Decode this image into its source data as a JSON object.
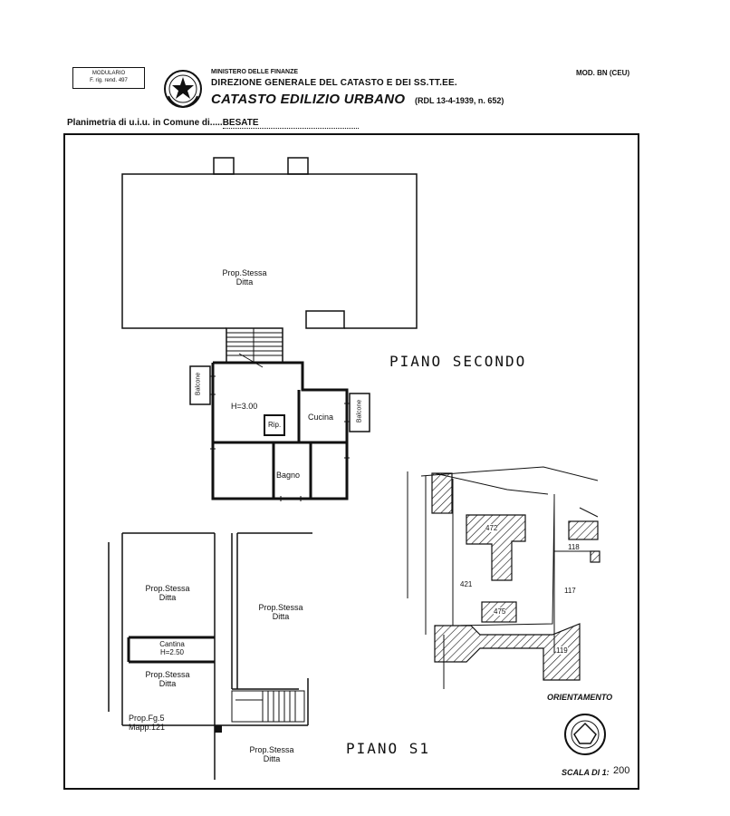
{
  "header": {
    "modulario_line1": "MODULARIO",
    "modulario_line2": "F. rig. rend. 497",
    "ministry": "MINISTERO DELLE FINANZE",
    "direction": "DIREZIONE GENERALE DEL CATASTO E DEI SS.TT.EE.",
    "catasto_title": "CATASTO EDILIZIO URBANO",
    "catasto_law": "(RDL 13-4-1939, n. 652)",
    "model_code": "MOD. BN (CEU)",
    "planimetria_prefix": "Planimetria di u.i.u. in Comune di.....",
    "comune": "BESATE"
  },
  "upper_plan": {
    "floor_label": "PIANO SECONDO",
    "terrace_label_1": "Prop.Stessa",
    "terrace_label_2": "Ditta",
    "height_label": "H=3.00",
    "rip_label": "Rip.",
    "cucina_label": "Cucina",
    "bagno_label": "Bagno",
    "balcone_left": "Balcone",
    "balcone_right": "Balcone"
  },
  "lower_plan": {
    "floor_label": "PIANO S1",
    "room1_line1": "Prop.Stessa",
    "room1_line2": "Ditta",
    "room2_line1": "Prop.Stessa",
    "room2_line2": "Ditta",
    "cantina_label": "Cantina",
    "cantina_height": "H=2.50",
    "room3_line1": "Prop.Stessa",
    "room3_line2": "Ditta",
    "neighbor_line1": "Prop.Fg.5",
    "neighbor_line2": "Mapp.121",
    "room4_line1": "Prop.Stessa",
    "room4_line2": "Ditta"
  },
  "site_map": {
    "parcel_472": "472",
    "parcel_421": "421",
    "parcel_475": "475",
    "parcel_118": "118",
    "parcel_117": "117",
    "parcel_119": "119"
  },
  "footer": {
    "orientamento": "ORIENTAMENTO",
    "scala_label": "SCALA DI 1:",
    "scala_value": "200"
  }
}
